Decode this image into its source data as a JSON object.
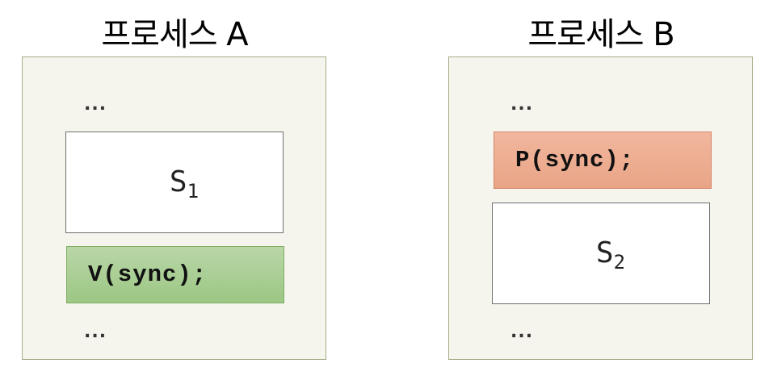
{
  "process_a": {
    "title": "프로세스 A",
    "top_ellipsis": "...",
    "section_label": "S",
    "section_sub": "1",
    "operation": "V(sync);",
    "bottom_ellipsis": "..."
  },
  "process_b": {
    "title": "프로세스 B",
    "top_ellipsis": "...",
    "operation": "P(sync);",
    "section_label": "S",
    "section_sub": "2",
    "bottom_ellipsis": "..."
  },
  "colors": {
    "panel_bg": "#f5f5ee",
    "panel_border": "#a6ad86",
    "v_box": "#a9cf92",
    "p_box": "#eeaa8c"
  }
}
